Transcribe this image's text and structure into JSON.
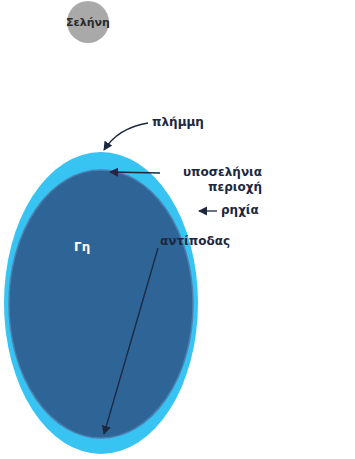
{
  "diagram": {
    "nodes": [
      {
        "text": [
          "Σελήνη"
        ]
      },
      {
        "text": [
          "Γη"
        ]
      }
    ],
    "labels": [
      "πλήμμη",
      "υποσελήνια περιοχή",
      "ρηχία",
      "αντίποδας"
    ]
  }
}
